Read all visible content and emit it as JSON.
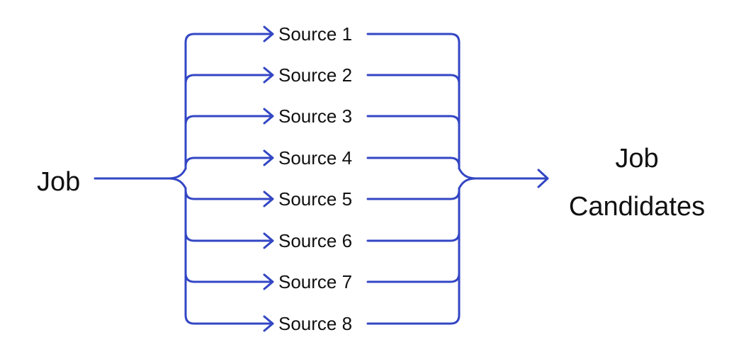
{
  "diagram": {
    "input_label": "Job",
    "sources": [
      "Source 1",
      "Source 2",
      "Source 3",
      "Source 4",
      "Source 5",
      "Source 6",
      "Source 7",
      "Source 8"
    ],
    "output_label_line1": "Job",
    "output_label_line2": "Candidates",
    "stroke_color": "#3346c4",
    "text_color": "#111111"
  }
}
